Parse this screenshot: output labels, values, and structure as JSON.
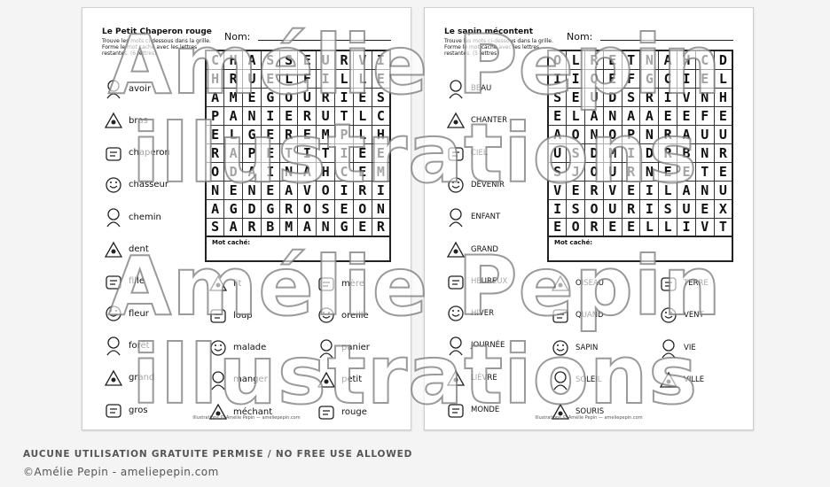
{
  "sheet1": {
    "title": "Le Petit Chaperon rouge",
    "instructions": "Trouve les mots ci-dessous dans la grille. Forme le mot caché avec les lettres restantes. (6 lettres)",
    "nom_label": "Nom:",
    "mot_cache_label": "Mot caché:",
    "grid": [
      [
        "C",
        "H",
        "A",
        "S",
        "S",
        "E",
        "U",
        "R",
        "V",
        "I"
      ],
      [
        "H",
        "R",
        "U",
        "E",
        "L",
        "F",
        "I",
        "L",
        "L",
        "E"
      ],
      [
        "A",
        "M",
        "E",
        "G",
        "O",
        "U",
        "R",
        "I",
        "E",
        "S"
      ],
      [
        "P",
        "A",
        "N",
        "I",
        "E",
        "R",
        "U",
        "T",
        "L",
        "C"
      ],
      [
        "E",
        "L",
        "G",
        "E",
        "R",
        "E",
        "M",
        "P",
        "L",
        "H"
      ],
      [
        "R",
        "A",
        "P",
        "E",
        "T",
        "I",
        "T",
        "I",
        "E",
        "E"
      ],
      [
        "O",
        "D",
        "A",
        "I",
        "N",
        "A",
        "H",
        "C",
        "E",
        "M"
      ],
      [
        "N",
        "E",
        "N",
        "E",
        "A",
        "V",
        "O",
        "I",
        "R",
        "I"
      ],
      [
        "A",
        "G",
        "D",
        "G",
        "R",
        "O",
        "S",
        "E",
        "O",
        "N"
      ],
      [
        "S",
        "A",
        "R",
        "B",
        "M",
        "A",
        "N",
        "G",
        "E",
        "R"
      ]
    ],
    "words_col1": [
      "avoir",
      "bras",
      "chaperon",
      "chasseur",
      "chemin",
      "dent",
      "fille",
      "fleur",
      "forêt",
      "grand",
      "gros"
    ],
    "icons_col1": [
      "girl-icon",
      "arms-icon",
      "hood-icon",
      "hunter-icon",
      "path-icon",
      "tooth-icon",
      "girl-face-icon",
      "flower-icon",
      "forest-icon",
      "grandma-icon",
      "big-icon"
    ],
    "words_col2": [
      "lit",
      "loup",
      "malade",
      "manger",
      "méchant"
    ],
    "icons_col2": [
      "bed-icon",
      "wolf-icon",
      "sick-icon",
      "eating-icon",
      "mean-icon"
    ],
    "words_col3": [
      "mère",
      "oreille",
      "panier",
      "petit",
      "rouge"
    ],
    "icons_col3": [
      "mother-icon",
      "ear-icon",
      "basket-icon",
      "small-icon",
      "red-icon"
    ],
    "credit": "Illustrations © Amélie Pepin — ameliepepin.com"
  },
  "sheet2": {
    "title": "Le sapin mécontent",
    "instructions": "Trouve les mots ci-dessous dans la grille. Forme le mot caché avec les lettres restantes. (5 lettres)",
    "nom_label": "Nom:",
    "mot_cache_label": "Mot caché:",
    "grid": [
      [
        "O",
        "L",
        "R",
        "E",
        "T",
        "N",
        "A",
        "H",
        "C",
        "D"
      ],
      [
        "I",
        "I",
        "Q",
        "E",
        "F",
        "G",
        "C",
        "I",
        "E",
        "L"
      ],
      [
        "S",
        "E",
        "U",
        "D",
        "S",
        "R",
        "I",
        "V",
        "N",
        "H"
      ],
      [
        "E",
        "L",
        "A",
        "N",
        "A",
        "A",
        "E",
        "E",
        "F",
        "E"
      ],
      [
        "A",
        "O",
        "N",
        "O",
        "P",
        "N",
        "R",
        "A",
        "U",
        "U"
      ],
      [
        "U",
        "S",
        "D",
        "M",
        "I",
        "D",
        "R",
        "B",
        "N",
        "R"
      ],
      [
        "S",
        "J",
        "O",
        "U",
        "R",
        "N",
        "E",
        "E",
        "T",
        "E"
      ],
      [
        "V",
        "E",
        "R",
        "V",
        "E",
        "I",
        "L",
        "A",
        "N",
        "U"
      ],
      [
        "I",
        "S",
        "O",
        "U",
        "R",
        "I",
        "S",
        "U",
        "E",
        "X"
      ],
      [
        "E",
        "O",
        "R",
        "E",
        "E",
        "L",
        "L",
        "I",
        "V",
        "T"
      ]
    ],
    "words_col1": [
      "BEAU",
      "CHANTER",
      "CIEL",
      "DEVENIR",
      "ENFANT",
      "GRAND",
      "HEUREUX",
      "HIVER",
      "JOURNÉE",
      "LIÈVRE",
      "MONDE"
    ],
    "icons_col1": [
      "face-icon",
      "sing-icon",
      "sky-icon",
      "grow-icon",
      "child-icon",
      "tall-icon",
      "happy-icon",
      "winter-icon",
      "day-icon",
      "hare-icon",
      "globe-icon"
    ],
    "words_col2": [
      "OISEAU",
      "QUAND",
      "SAPIN",
      "SOLEIL",
      "SOURIS"
    ],
    "icons_col2": [
      "bird-icon",
      "calendar-icon",
      "fir-tree-icon",
      "sun-icon",
      "mouse-icon"
    ],
    "words_col3": [
      "TERRE",
      "VENT",
      "VIE",
      "VILLE"
    ],
    "icons_col3": [
      "earth-icon",
      "wind-icon",
      "life-icon",
      "city-icon"
    ],
    "credit": "Illustrations © Amélie Pepin — ameliepepin.com"
  },
  "watermark": {
    "line1": "Amélie Pepin",
    "line2": "illustrations"
  },
  "footer": {
    "notice": "AUCUNE UTILISATION GRATUITE PERMISE / NO FREE USE ALLOWED",
    "copyright": "©Amélie Pepin - ameliepepin.com"
  },
  "colors": {
    "ink": "#111111",
    "paper": "#ffffff",
    "background": "#f4f4f4",
    "footer_text": "#555555"
  }
}
